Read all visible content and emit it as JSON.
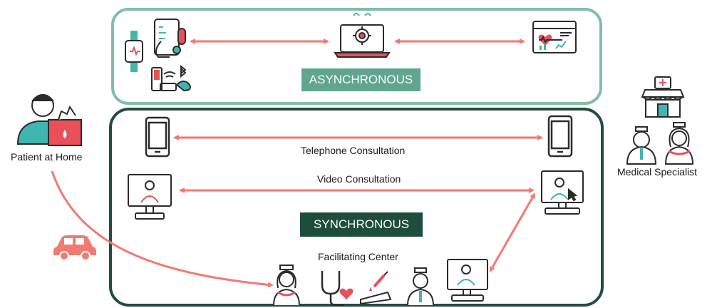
{
  "patient_label": "Patient at Home",
  "specialist_label": "Medical Specialist",
  "asynchronous_badge": "ASYNCHRONOUS",
  "synchronous_badge": "SYNCHRONOUS",
  "telephone_label": "Telephone Consultation",
  "video_label": "Video Consultation",
  "facilitating_label": "Facilitating Center",
  "colors": {
    "async_frame": "#7fbfa6",
    "sync_frame": "#234d3c",
    "async_badge": "#5fa58f",
    "sync_badge": "#1f4d3b",
    "arrow": "#f27a72",
    "icon_stroke": "#2b2b2b",
    "icon_teal": "#3fb6b0",
    "icon_red": "#e9505a"
  }
}
